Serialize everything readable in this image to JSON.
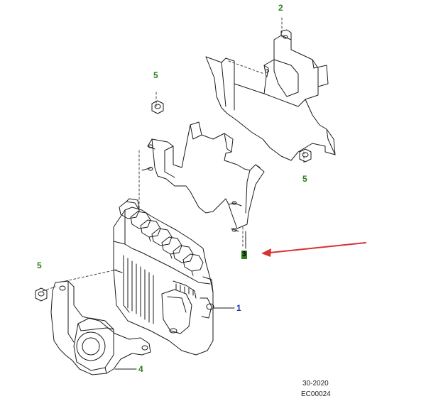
{
  "diagram": {
    "callouts": {
      "c1": "1",
      "c2": "2",
      "c3": "3",
      "c4": "4",
      "c5a": "5",
      "c5b": "5",
      "c5c": "5"
    },
    "reference": {
      "section": "30-2020",
      "code": "EC00024"
    },
    "colors": {
      "line": "#1a1a1a",
      "callout_green": "#2e7d1f",
      "callout_blue": "#1f2fb0",
      "arrow": "#d93030"
    },
    "icons": [
      "red-pointer-arrow"
    ]
  }
}
